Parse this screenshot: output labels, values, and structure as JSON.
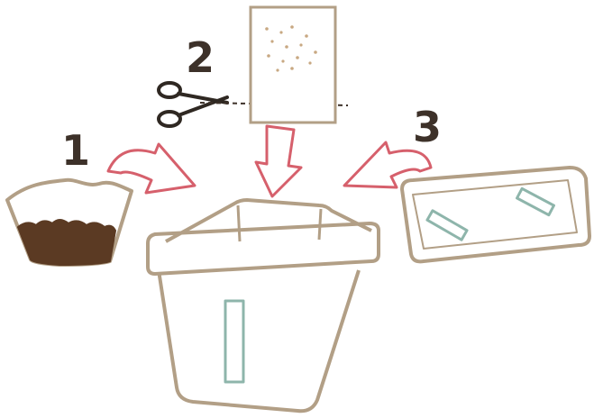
{
  "steps": [
    {
      "number": "1",
      "item": "coffee-filter-with-soil"
    },
    {
      "number": "2",
      "item": "seed-paper-cut-with-scissors"
    },
    {
      "number": "3",
      "item": "lid-with-tape"
    }
  ],
  "icons": [
    "coffee-filter-icon",
    "scissors-icon",
    "seed-paper-icon",
    "lid-icon",
    "container-icon",
    "arrow-icon"
  ],
  "colors": {
    "outline": "#b29f86",
    "soil": "#5b3a23",
    "arrow": "#d6606c",
    "tape": "#8eb5ab",
    "ink": "#3d3129",
    "dots": "#c8a882"
  }
}
